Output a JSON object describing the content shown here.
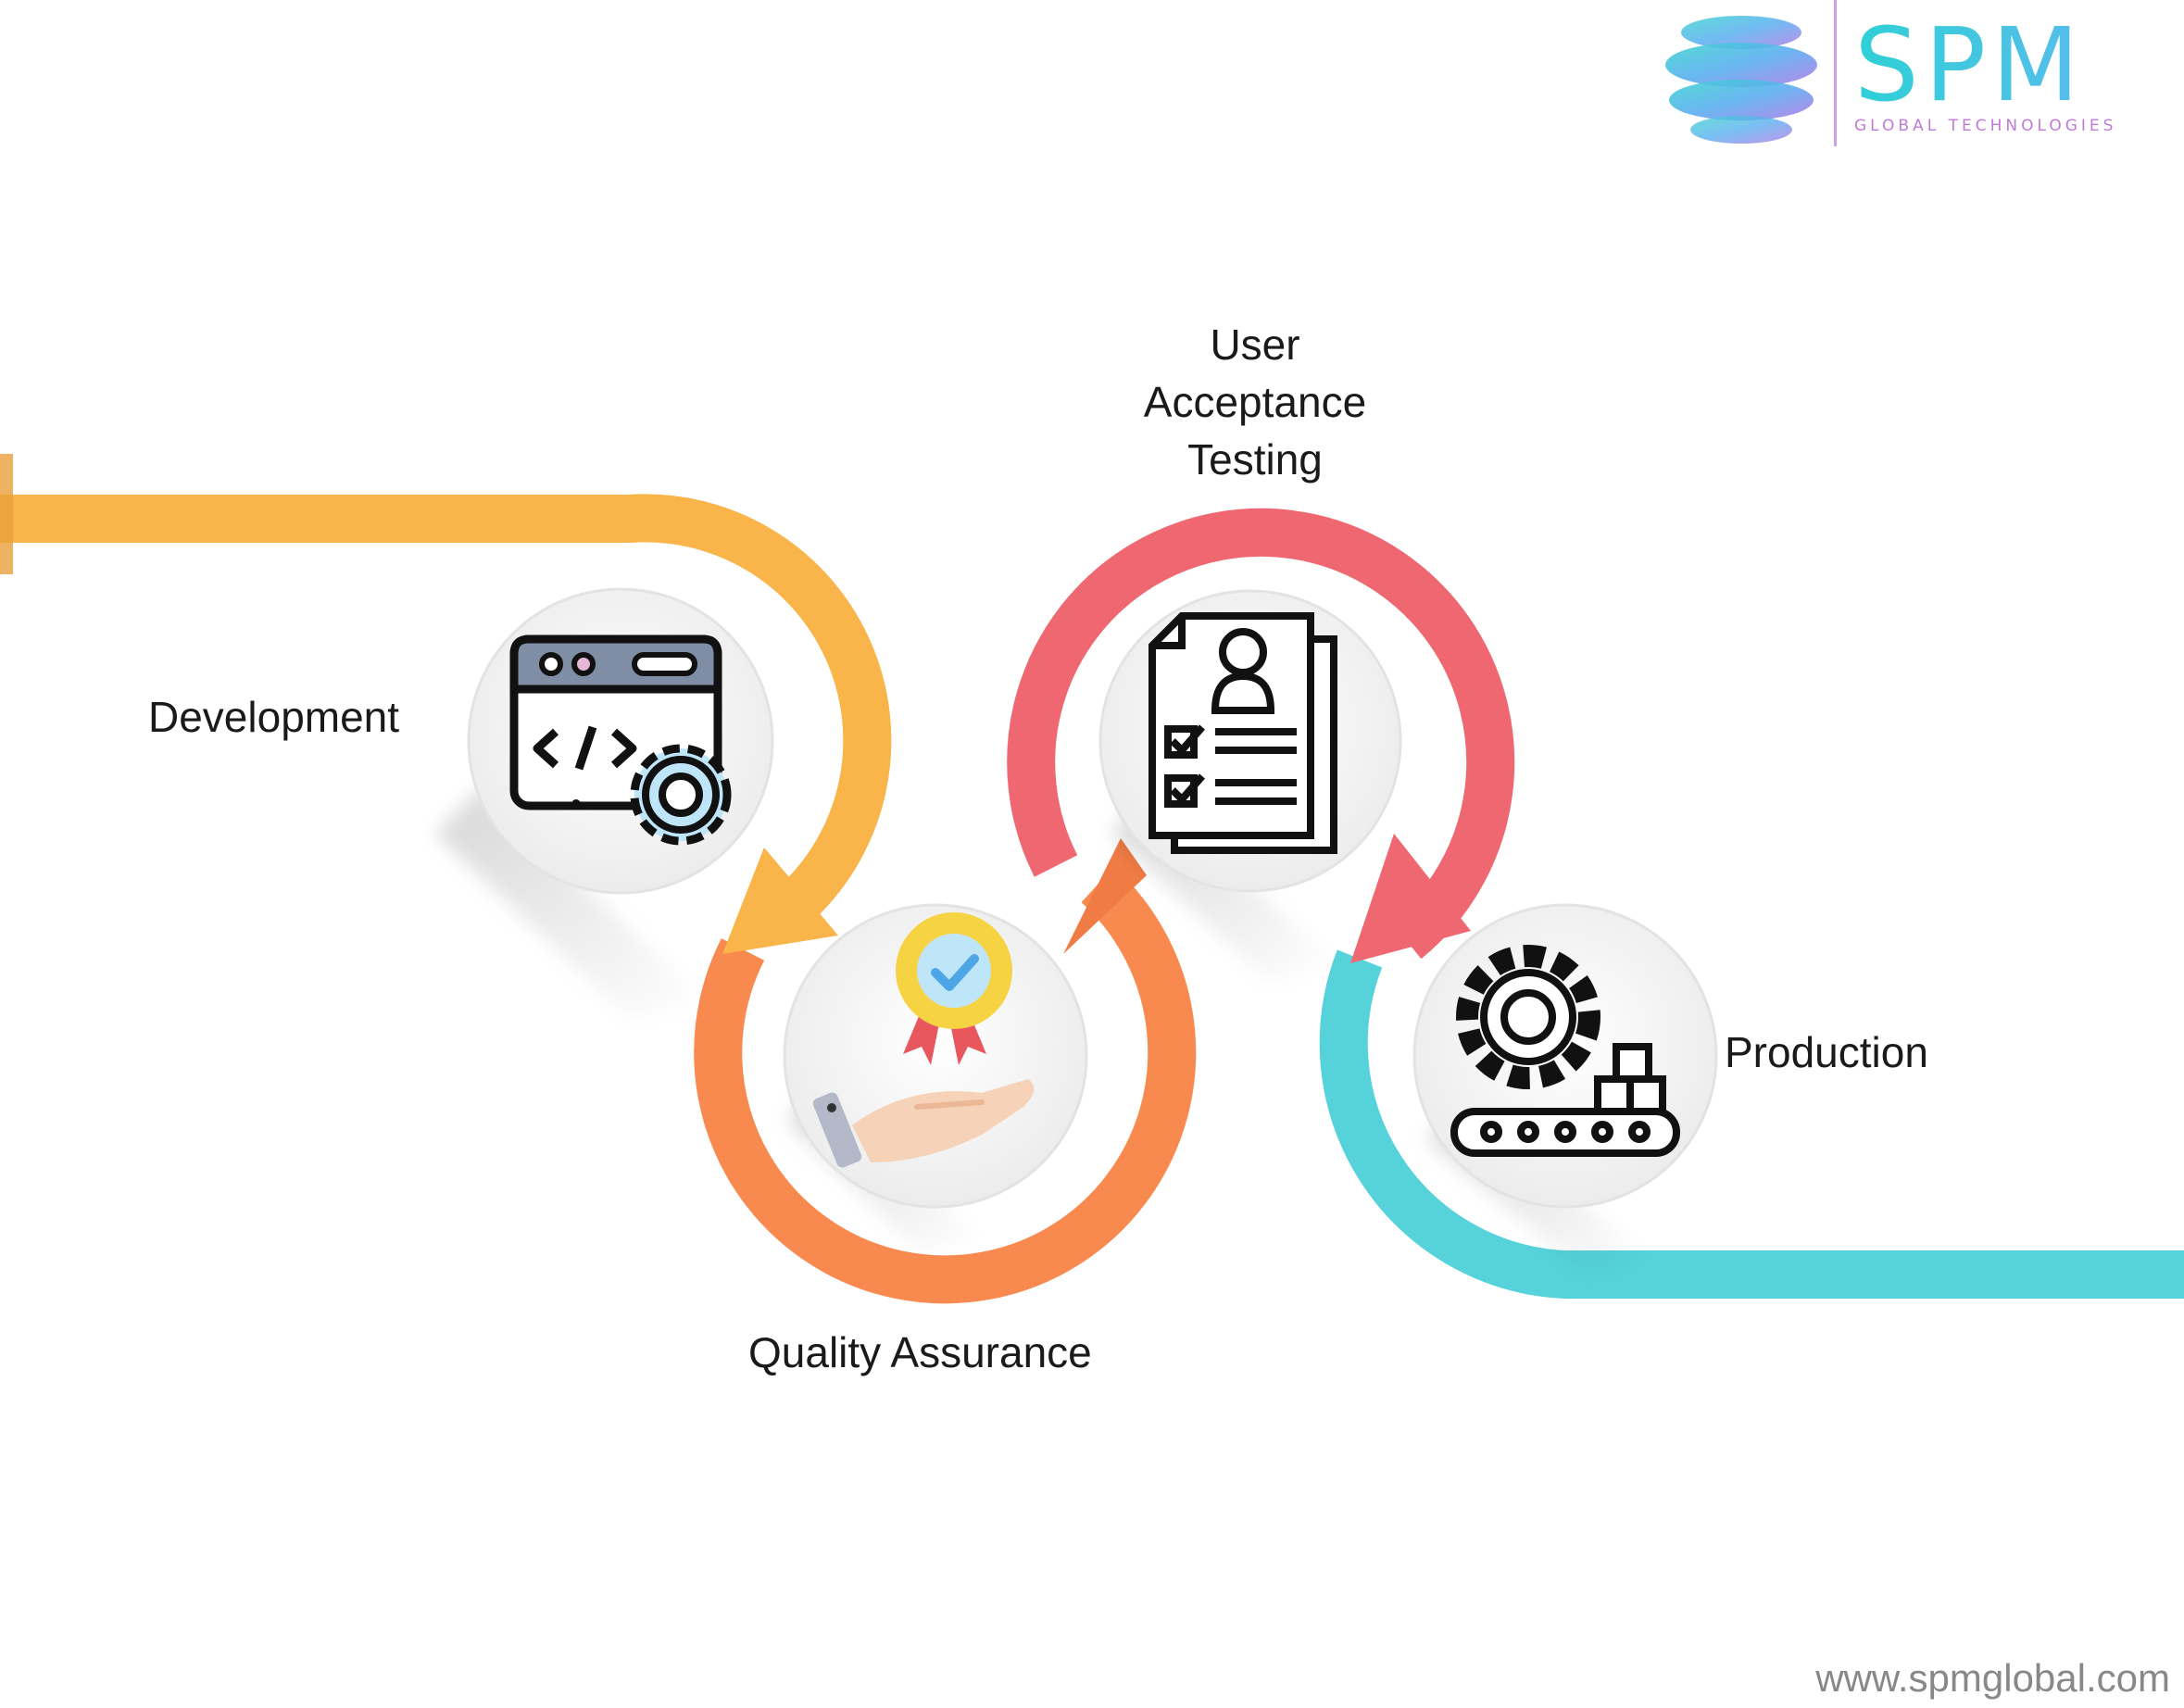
{
  "brand": {
    "name": "SPM",
    "subtitle": "GLOBAL TECHNOLOGIES",
    "colors": {
      "primary": "#2fd0d6",
      "secondary": "#b07ae0"
    }
  },
  "stages": [
    {
      "label_lines": [
        "Development"
      ],
      "icon": "code-window-gear-icon",
      "color": "#f9b44a"
    },
    {
      "label_lines": [
        "Quality Assurance"
      ],
      "icon": "hand-award-badge-icon",
      "color": "#f98a4f"
    },
    {
      "label_lines": [
        "User",
        "Acceptance",
        "Testing"
      ],
      "icon": "resume-document-checklist-icon",
      "color": "#ef6771"
    },
    {
      "label_lines": [
        "Production"
      ],
      "icon": "conveyor-gear-boxes-icon",
      "color": "#55d2da"
    }
  ],
  "footer": {
    "url": "www.spmglobal.com"
  }
}
